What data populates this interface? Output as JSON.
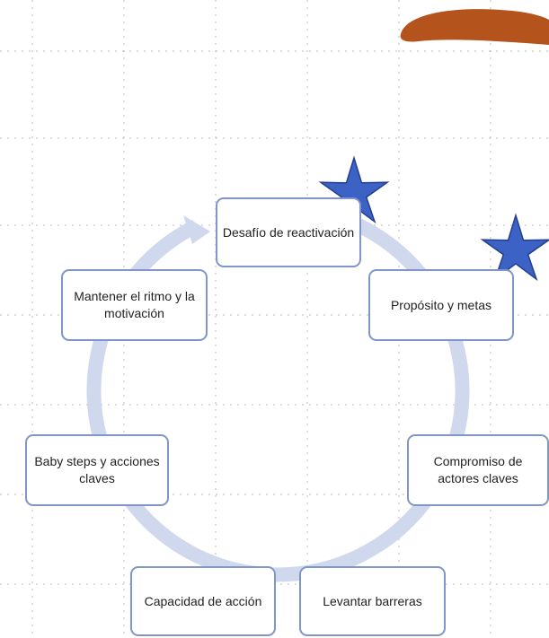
{
  "colors": {
    "background": "#ffffff",
    "grid": "#b9b9b9",
    "cycle_arrow": "#cfd8ec",
    "box_border": "#7f96c7",
    "star_fill": "#3b62c4",
    "star_stroke": "#233f8f",
    "brush_stroke": "#b5531d"
  },
  "icons": [
    "star-icon",
    "cycle-arrow",
    "orange-brush-stroke"
  ],
  "steps": [
    {
      "id": "desafio",
      "label": "Desafío de reactivación",
      "starred": true
    },
    {
      "id": "proposito",
      "label": "Propósito y metas",
      "starred": true
    },
    {
      "id": "compromiso",
      "label": "Compromiso de actores claves",
      "starred": false
    },
    {
      "id": "barreras",
      "label": "Levantar barreras",
      "starred": false
    },
    {
      "id": "capacidad",
      "label": "Capacidad de acción",
      "starred": false
    },
    {
      "id": "baby_steps",
      "label": "Baby steps y acciones claves",
      "starred": false
    },
    {
      "id": "ritmo",
      "label": "Mantener el ritmo y la motivación",
      "starred": false
    }
  ]
}
